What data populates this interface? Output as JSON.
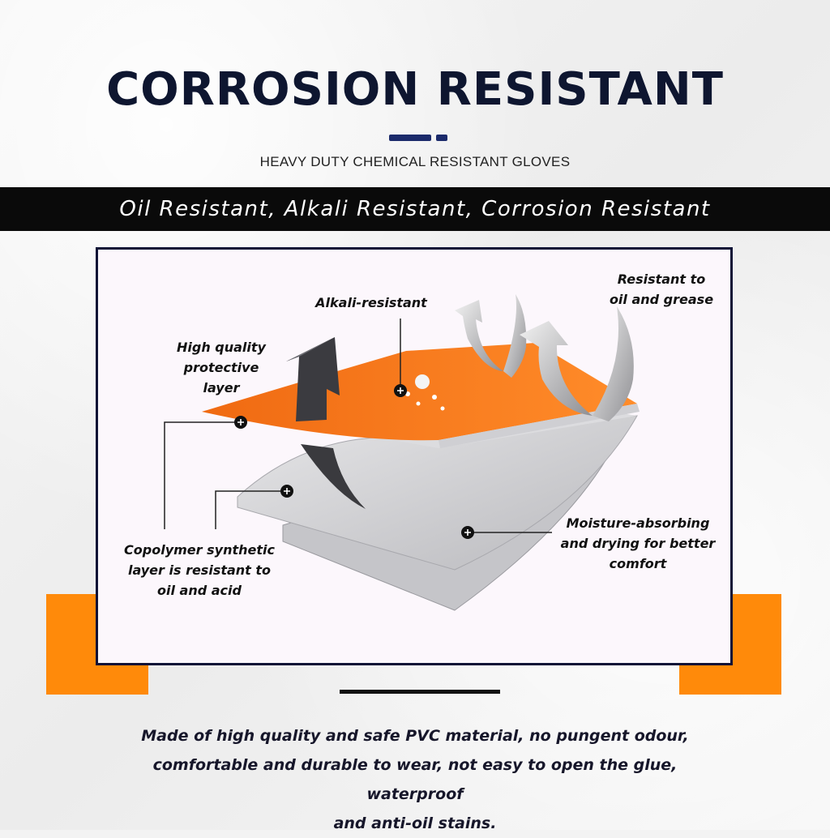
{
  "header": {
    "title": "CORROSION RESISTANT",
    "subtitle": "HEAVY DUTY CHEMICAL RESISTANT GLOVES"
  },
  "band": {
    "text": "Oil Resistant, Alkali Resistant, Corrosion Resistant"
  },
  "diagram": {
    "labels": {
      "alkali": "Alkali-resistant",
      "oil_grease_1": "Resistant to",
      "oil_grease_2": "oil and grease",
      "protective_1": "High quality",
      "protective_2": "protective layer",
      "copolymer_1": "Copolymer synthetic",
      "copolymer_2": "layer is resistant to",
      "copolymer_3": "oil and acid",
      "moisture_1": "Moisture-absorbing",
      "moisture_2": "and drying for better",
      "moisture_3": "comfort"
    }
  },
  "description": {
    "line1": "Made of high quality and safe PVC material, no pungent odour,",
    "line2": "comfortable and durable to wear, not easy to open the glue, waterproof",
    "line3": "and anti-oil stains."
  },
  "colors": {
    "accent_orange": "#ff8a0a",
    "navy": "#0e1630",
    "band_black": "#0a0a0a"
  }
}
